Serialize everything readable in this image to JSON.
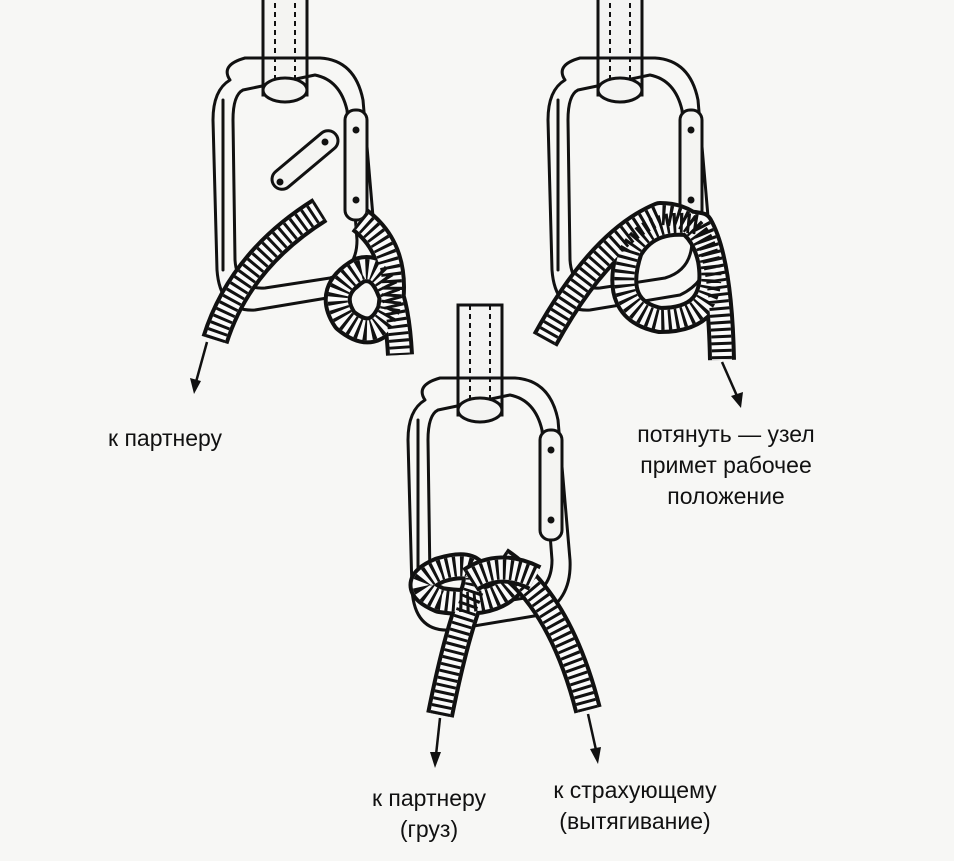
{
  "diagram": {
    "captions": {
      "left": [
        "к партнеру"
      ],
      "right": [
        "потянуть — узел",
        "примет рабочее",
        "положение"
      ],
      "bottom_left": [
        "к партнеру",
        "(груз)"
      ],
      "bottom_right": [
        "к страхующему",
        "(вытягивание)"
      ]
    },
    "colors": {
      "ink": "#111111",
      "paper": "#f7f7f5"
    }
  }
}
